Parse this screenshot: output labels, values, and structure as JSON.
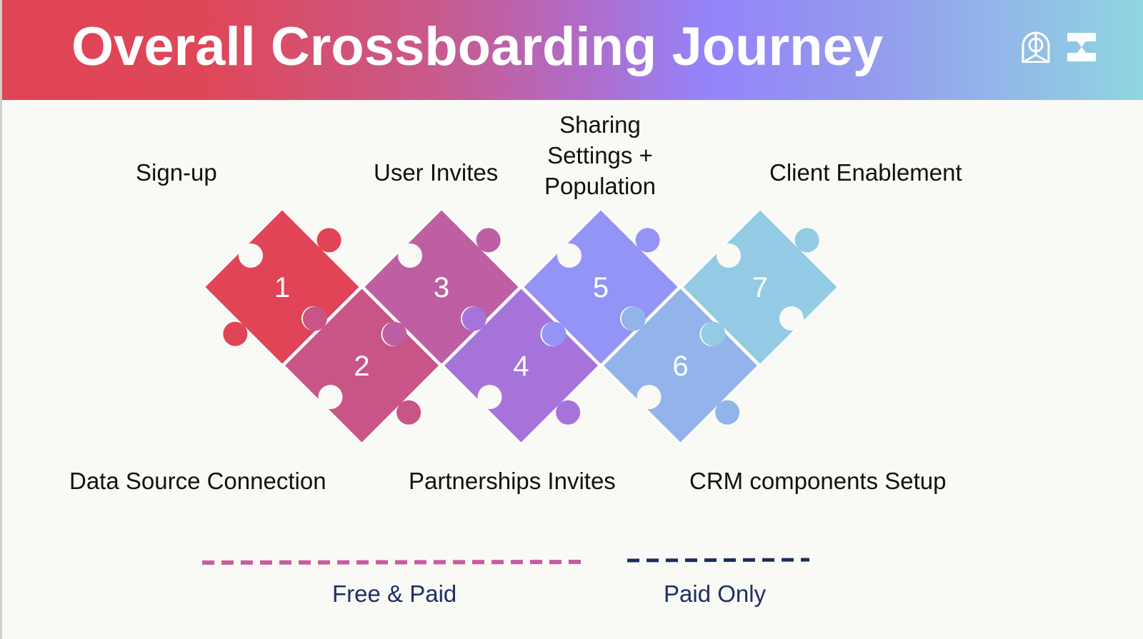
{
  "header": {
    "title": "Overall Crossboarding Journey",
    "icons": [
      "arch-logo-icon",
      "hourglass-logo-icon"
    ]
  },
  "diagram": {
    "type": "puzzle-journey",
    "steps": [
      {
        "number": "1",
        "label": "Sign-up",
        "color": "#e04456",
        "row": "top"
      },
      {
        "number": "2",
        "label": "Data Source Connection",
        "color": "#c85585",
        "row": "bottom"
      },
      {
        "number": "3",
        "label": "User Invites",
        "color": "#bd5fa2",
        "row": "top"
      },
      {
        "number": "4",
        "label": "Partnerships Invites",
        "color": "#a673da",
        "row": "bottom"
      },
      {
        "number": "5",
        "label": "Sharing Settings + Population",
        "label_lines": [
          "Sharing",
          "Settings +",
          "Population"
        ],
        "color": "#9494f6",
        "row": "top"
      },
      {
        "number": "6",
        "label": "CRM components Setup",
        "color": "#92b4ea",
        "row": "bottom"
      },
      {
        "number": "7",
        "label": "Client Enablement",
        "color": "#92cbe3",
        "row": "top"
      }
    ]
  },
  "legend": {
    "items": [
      {
        "label": "Free & Paid",
        "color": "#c95b9f",
        "style": "dashed"
      },
      {
        "label": "Paid Only",
        "color": "#1a2d62",
        "style": "dashed"
      }
    ]
  }
}
